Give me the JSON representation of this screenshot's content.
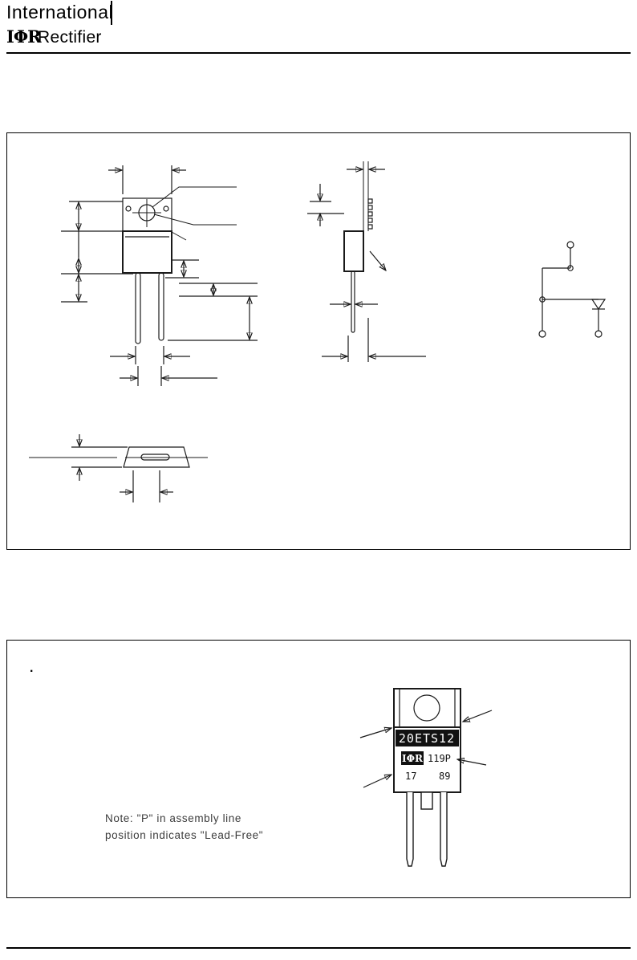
{
  "logo": {
    "line1": "International",
    "mark": "IΦR",
    "line2": "Rectifier"
  },
  "marking_box": {
    "stray_period": ".",
    "package_marking": {
      "part_number": "20ETS12",
      "logo_mark": "IΦR",
      "assembly_code": "119P",
      "date_code_left": "17",
      "date_code_right": "89"
    },
    "note_line1": "Note: \"P\" in assembly line",
    "note_line2": "position indicates \"Lead-Free\""
  }
}
